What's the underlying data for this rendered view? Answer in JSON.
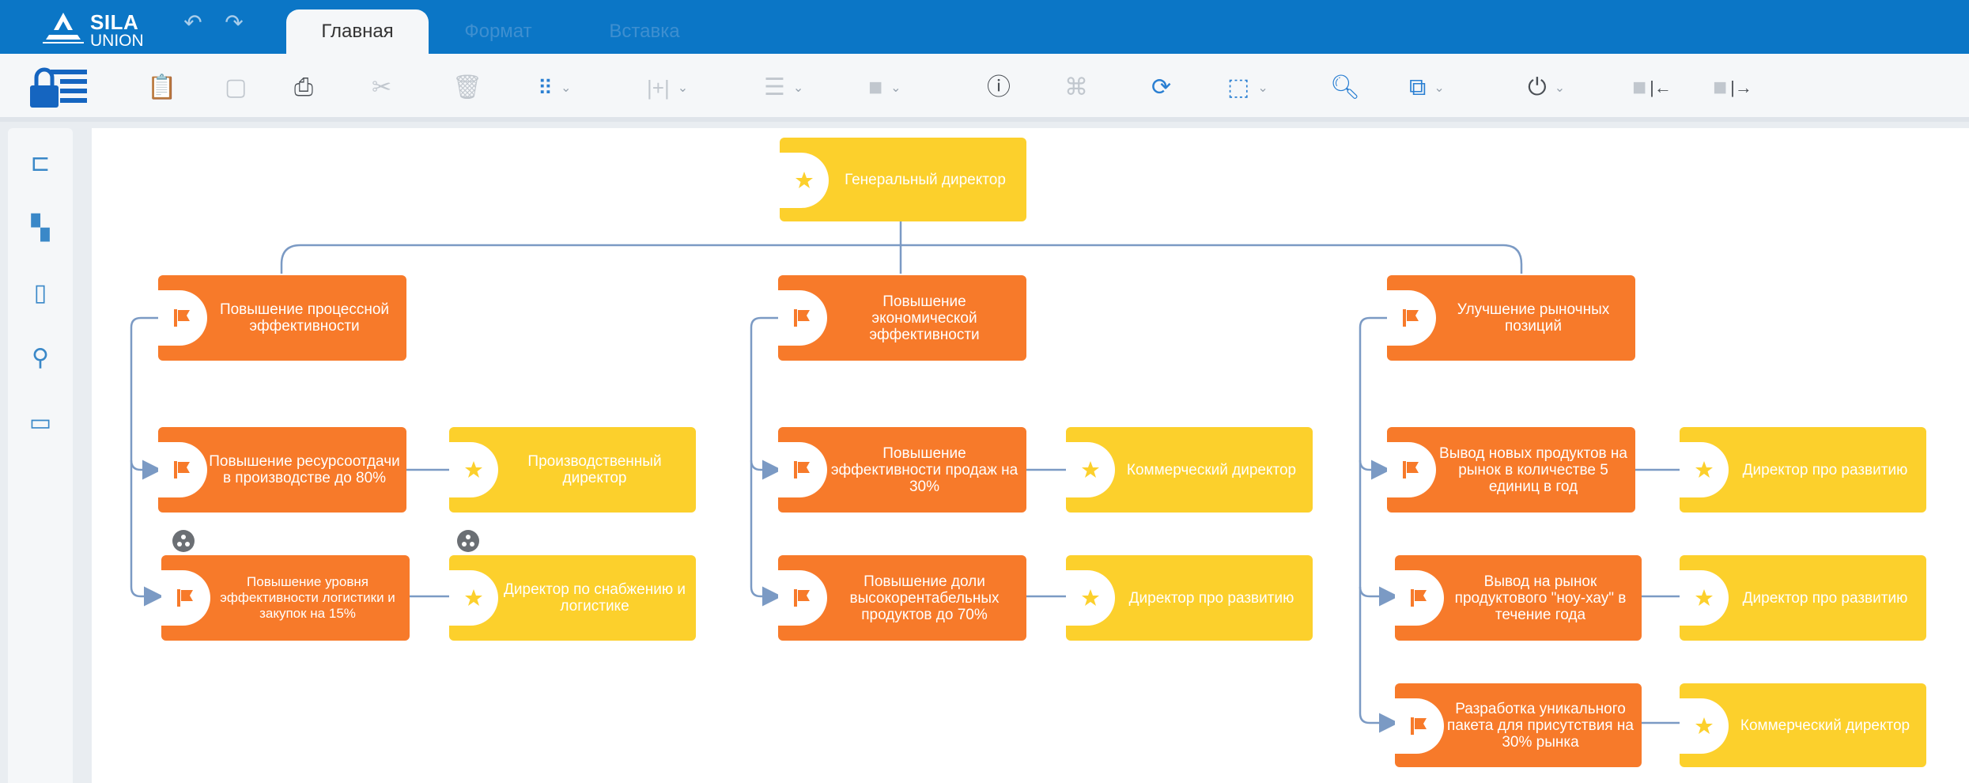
{
  "app": {
    "logo_line1": "SILA",
    "logo_line2": "UNION"
  },
  "tabs": [
    {
      "label": "Главная",
      "active": true
    },
    {
      "label": "Формат",
      "active": false
    },
    {
      "label": "Вставка",
      "active": false
    }
  ],
  "toolbar": {
    "icons": [
      "lock-icon",
      "paste-icon",
      "copy-icon",
      "print-icon",
      "cut-icon",
      "delete-icon",
      "grid-layout-icon",
      "insert-icon",
      "align-icon",
      "fill-color-icon",
      "info-icon",
      "hierarchy-icon",
      "refresh-icon",
      "select-icon",
      "search-icon",
      "export-icon",
      "power-icon",
      "collapse-left-icon",
      "expand-right-icon"
    ]
  },
  "sidebar": {
    "icons": [
      "tree-icon",
      "shapes-icon",
      "page-icon",
      "search-icon",
      "comments-icon"
    ]
  },
  "colors": {
    "brand": "#0b76c6",
    "goal_orange": "#f77a2a",
    "role_yellow": "#fcd02c",
    "connector": "#7b9ac4"
  },
  "chart": {
    "root": {
      "label": "Генеральный директор"
    },
    "goals": [
      {
        "label": "Повышение процессной эффективности"
      },
      {
        "label": "Повышение экономической эффективности"
      },
      {
        "label": "Улучшение рыночных позиций"
      }
    ],
    "subgoals": [
      {
        "label": "Повышение ресурсоотдачи в производстве до 80%",
        "owner": "Производственный директор"
      },
      {
        "label": "Повышение уровня эффективности логистики и закупок на 15%",
        "owner": "Директор по снабжению и логистике"
      },
      {
        "label": "Повышение эффективности продаж на 30%",
        "owner": "Коммерческий директор"
      },
      {
        "label": "Повышение доли высокорентабельных продуктов до 70%",
        "owner": "Директор про развитию"
      },
      {
        "label": "Вывод новых продуктов на рынок в количестве 5 единиц в год",
        "owner": "Директор про развитию"
      },
      {
        "label": "Вывод на рынок продуктового \"ноу-хау\" в течение года",
        "owner": "Директор про развитию"
      },
      {
        "label": "Разработка уникального пакета для присутствия на 30% рынка",
        "owner": "Коммерческий директор"
      }
    ]
  }
}
